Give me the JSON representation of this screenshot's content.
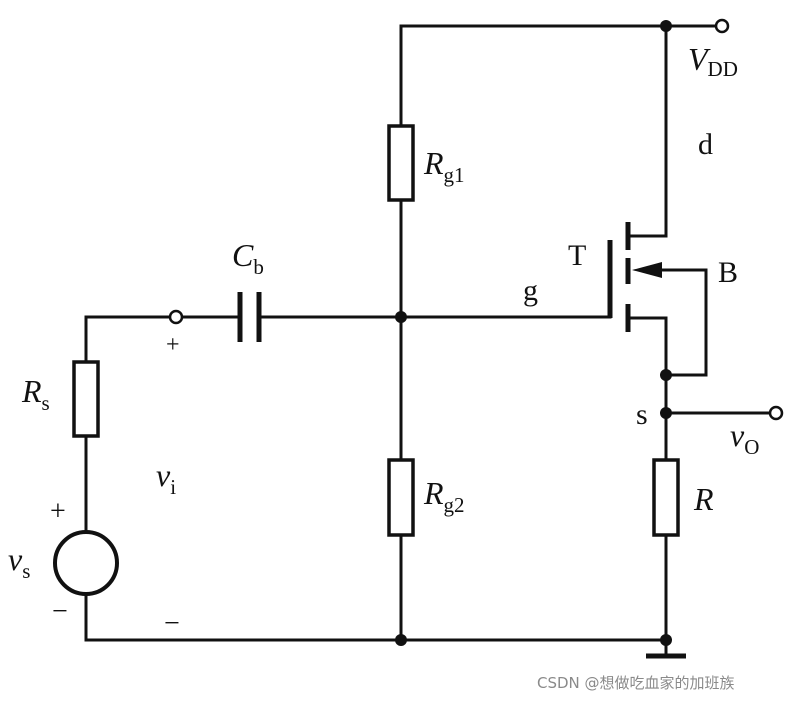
{
  "labels": {
    "vdd_main": "V",
    "vdd_sub": "DD",
    "drain": "d",
    "rg1_main": "R",
    "rg1_sub": "g1",
    "cb_main": "C",
    "cb_sub": "b",
    "gate": "g",
    "transistor": "T",
    "body": "B",
    "rs_main": "R",
    "rs_sub": "s",
    "plus_top": "+",
    "vi_main": "v",
    "vi_sub": "i",
    "source": "s",
    "vo_main": "v",
    "vo_sub": "O",
    "rg2_main": "R",
    "rg2_sub": "g2",
    "r_load": "R",
    "src_plus": "+",
    "vs_main": "v",
    "vs_sub": "s",
    "src_minus": "−",
    "minus_bottom": "−"
  },
  "watermark": "CSDN @想做吃血家的加班族"
}
